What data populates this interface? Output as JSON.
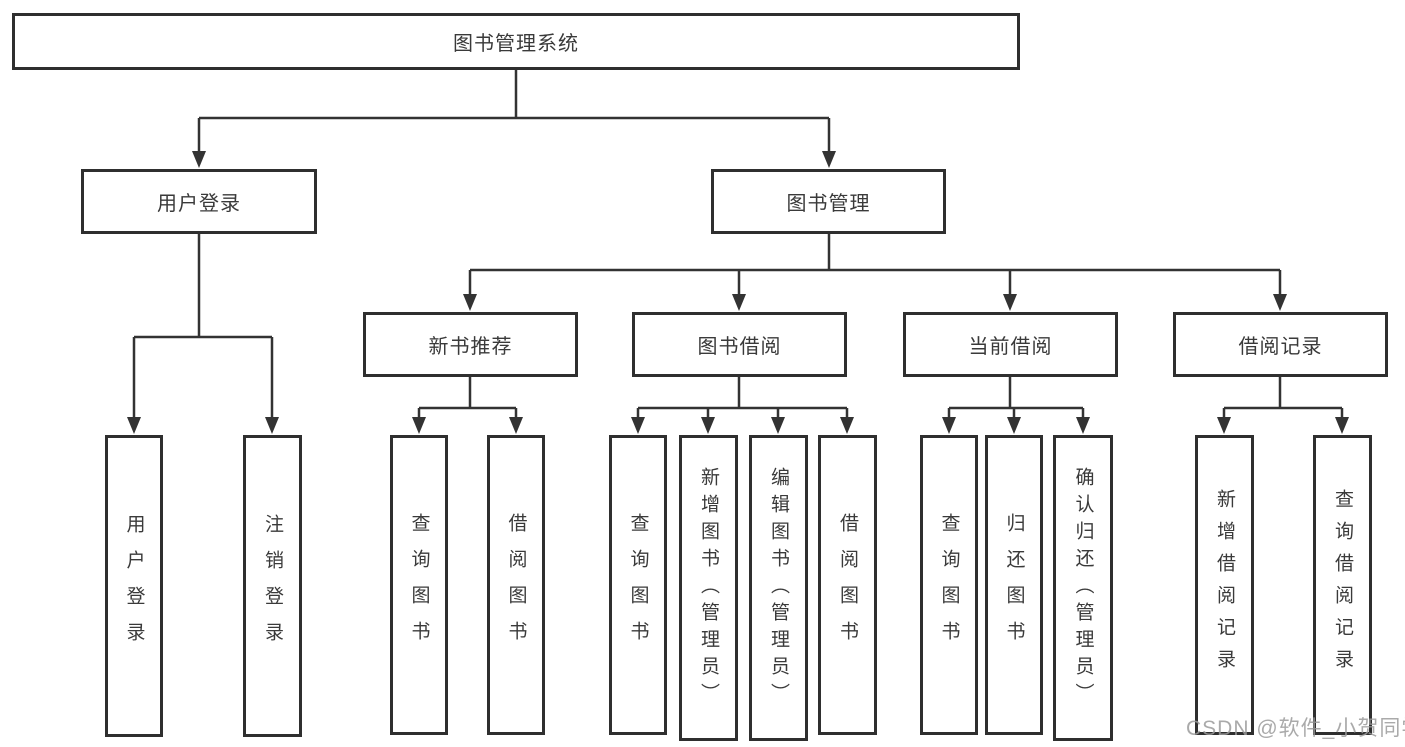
{
  "diagram": {
    "root": {
      "label": "图书管理系统"
    },
    "level2": [
      {
        "label": "用户登录"
      },
      {
        "label": "图书管理"
      }
    ],
    "level3": [
      {
        "label": "新书推荐"
      },
      {
        "label": "图书借阅"
      },
      {
        "label": "当前借阅"
      },
      {
        "label": "借阅记录"
      }
    ],
    "leaves": {
      "user": [
        "用户登录",
        "注销登录"
      ],
      "recommend": [
        "查询图书",
        "借阅图书"
      ],
      "borrow": [
        "查询图书",
        "新增图书（管理员）",
        "编辑图书（管理员）",
        "借阅图书"
      ],
      "current": [
        "查询图书",
        "归还图书",
        "确认归还（管理员）"
      ],
      "records": [
        "新增借阅记录",
        "查询借阅记录"
      ]
    }
  },
  "watermark": {
    "text": "CSDN @软件_小贺同学"
  },
  "colors": {
    "line": "#333333",
    "box_border": "#2f2f2f",
    "text": "#3a3a3a",
    "watermark": "#9b9b9b",
    "background": "#ffffff"
  }
}
